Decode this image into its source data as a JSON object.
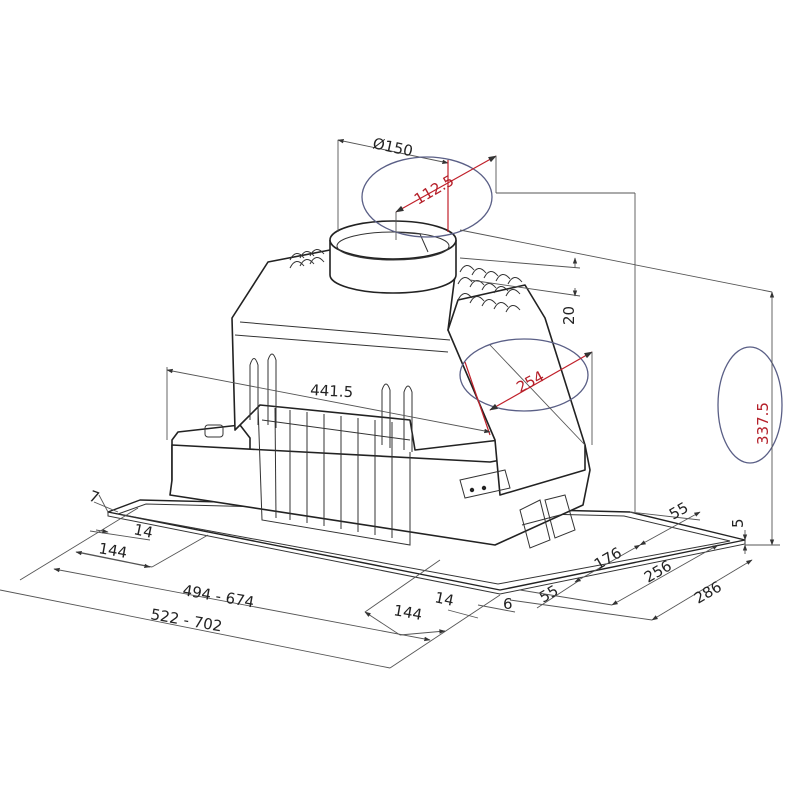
{
  "diagram": {
    "type": "technical-drawing",
    "subject": "built-in cooker hood unit, isometric view with dimensions",
    "colors": {
      "line": "#222222",
      "highlight_dimension": "#b5202a",
      "highlight_ellipse": "#5a5f86"
    },
    "dimensions": {
      "outlet_diameter": "Ø150",
      "outlet_offset": "112.5",
      "top_step": "20",
      "depth_body": "254",
      "width_body": "441.5",
      "height_total": "337.5",
      "flange_thickness": "5",
      "left_small": "7",
      "left_14": "14",
      "left_144": "144",
      "width_range_inner": "494  -  674",
      "width_range_outer": "522  -  702",
      "front_144": "144",
      "front_14": "14",
      "front_6": "6",
      "front_55": "55",
      "right_55": "55",
      "right_176": "176",
      "right_256": "256",
      "right_286": "286"
    },
    "highlighted": [
      "112.5",
      "254",
      "337.5"
    ]
  }
}
